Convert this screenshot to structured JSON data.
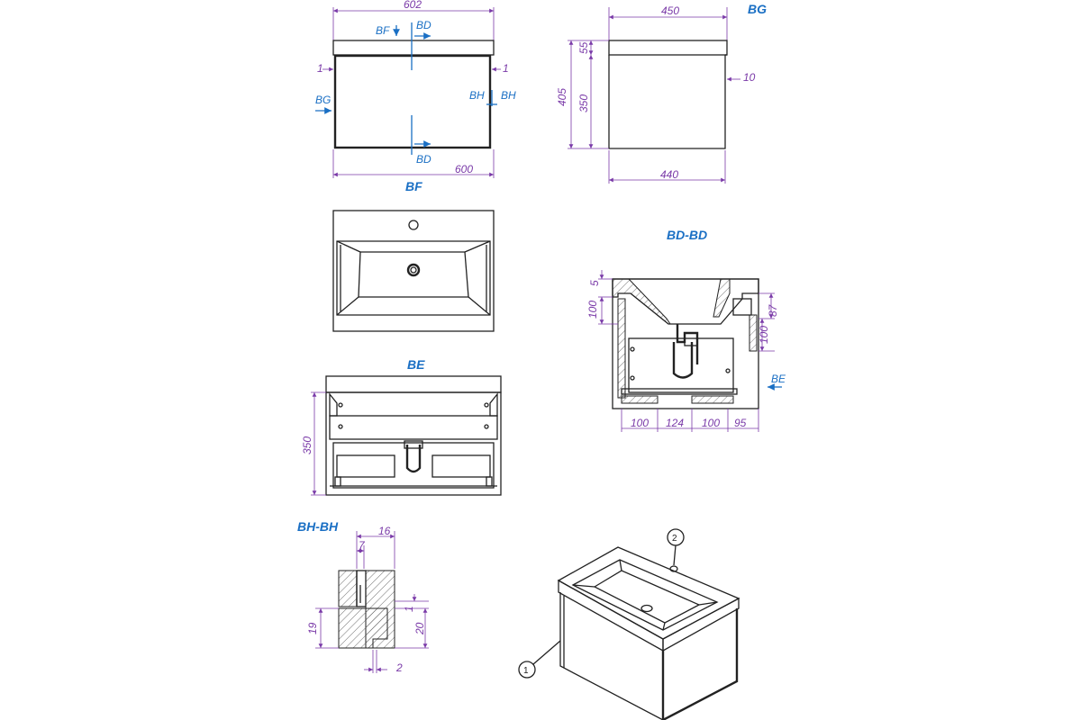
{
  "views": {
    "top": {
      "dim_total_width": "602",
      "dim_inner_width": "600",
      "left_gap": "1",
      "right_gap": "1",
      "cut_bf": "BF",
      "cut_bd_top": "BD",
      "cut_bd_bottom": "BD",
      "cut_bg": "BG",
      "cut_bh_left": "BH",
      "cut_bh_right": "BH"
    },
    "side": {
      "dim_top_width": "450",
      "dim_bottom_width": "440",
      "dim_total_height": "405",
      "dim_top_height": "55",
      "dim_body_height": "350",
      "dim_gap": "10",
      "label": "BG"
    },
    "bf": {
      "label": "BF"
    },
    "be": {
      "label": "BE",
      "dim_height": "350"
    },
    "bd": {
      "label": "BD-BD",
      "dim_top": "5",
      "dim_left_height": "100",
      "dim_right_a": "87",
      "dim_right_b": "100",
      "dim_b1": "100",
      "dim_b2": "124",
      "dim_b3": "100",
      "dim_b4": "95",
      "cut_be": "BE"
    },
    "bh": {
      "label": "BH-BH",
      "dim_16": "16",
      "dim_7": "7",
      "dim_19": "19",
      "dim_20": "20",
      "dim_2": "2",
      "dim_1": "1"
    },
    "iso": {
      "balloon_1": "1",
      "balloon_2": "2"
    }
  }
}
